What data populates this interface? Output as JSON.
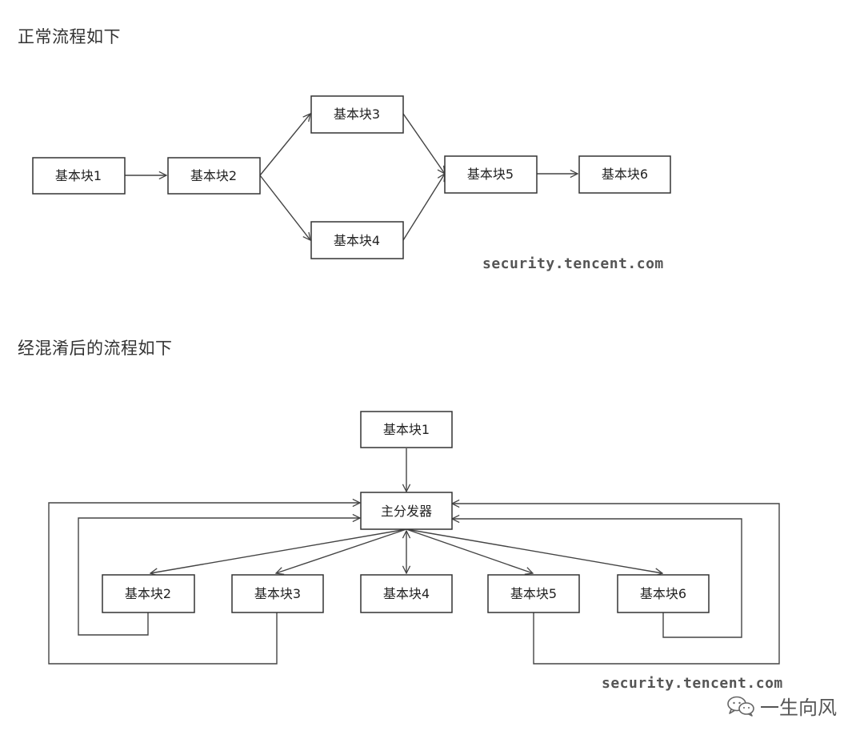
{
  "headings": {
    "normal_flow": "正常流程如下",
    "obfuscated_flow": "经混淆后的流程如下"
  },
  "diagram1": {
    "nodes": {
      "b1": "基本块1",
      "b2": "基本块2",
      "b3": "基本块3",
      "b4": "基本块4",
      "b5": "基本块5",
      "b6": "基本块6"
    },
    "watermark": "security.tencent.com"
  },
  "diagram2": {
    "nodes": {
      "b1": "基本块1",
      "dispatcher": "主分发器",
      "b2": "基本块2",
      "b3": "基本块3",
      "b4": "基本块4",
      "b5": "基本块5",
      "b6": "基本块6"
    },
    "watermark": "security.tencent.com"
  },
  "brand": {
    "icon": "wechat-icon",
    "name": "一生向风"
  },
  "colors": {
    "line": "#444444",
    "box_border": "#333333",
    "text": "#222222"
  }
}
